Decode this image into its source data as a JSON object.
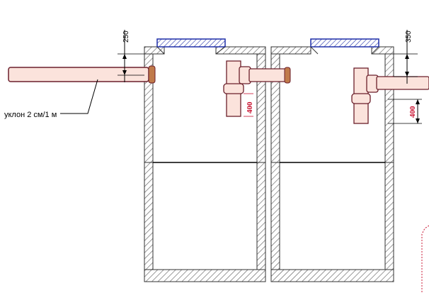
{
  "labels": {
    "slope_note": "уклон 2 см/1 м",
    "dim_inlet_depth": "250",
    "dim_outlet_depth": "350",
    "dim_inner_pipe_1": "400",
    "dim_inner_pipe_2": "400"
  },
  "colors": {
    "pipe_fill": "#fbe3dc",
    "pipe_stroke": "#6b1f2b",
    "pipe_coupling": "#c07a4a",
    "wall_hatch": "#555555",
    "lid_stroke": "#1f2fa8",
    "dim_red": "#c8102e"
  }
}
